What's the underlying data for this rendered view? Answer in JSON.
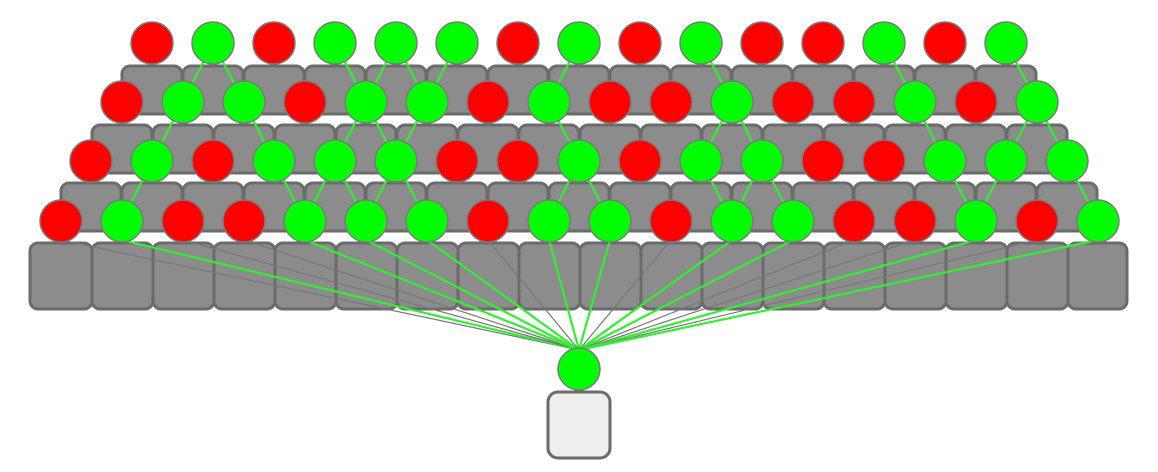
{
  "colors": {
    "background": "#ffffff",
    "seat_fill": "#8c8c8c",
    "seat_stroke": "#6b6b6b",
    "agree": "#00ff00",
    "disagree": "#ff0000",
    "head_stroke": "#7a7a7a",
    "link_green": "#33ee33",
    "link_gray": "#777777",
    "speaker_body_fill": "#eeeeee",
    "speaker_body_stroke": "#6b6b6b"
  },
  "rows": [
    {
      "row": 1,
      "heads": [
        "R",
        "G",
        "R",
        "G",
        "G",
        "G",
        "R",
        "G",
        "R",
        "G",
        "R",
        "R",
        "G",
        "R",
        "G"
      ]
    },
    {
      "row": 2,
      "heads": [
        "R",
        "G",
        "G",
        "R",
        "G",
        "G",
        "R",
        "G",
        "R",
        "R",
        "G",
        "R",
        "R",
        "G",
        "R",
        "G"
      ]
    },
    {
      "row": 3,
      "heads": [
        "R",
        "G",
        "R",
        "G",
        "G",
        "G",
        "R",
        "R",
        "G",
        "R",
        "G",
        "G",
        "R",
        "R",
        "G",
        "G",
        "G"
      ]
    },
    {
      "row": 4,
      "heads": [
        "R",
        "G",
        "R",
        "R",
        "G",
        "G",
        "G",
        "R",
        "G",
        "G",
        "R",
        "G",
        "G",
        "R",
        "R",
        "G",
        "R",
        "G"
      ]
    }
  ],
  "speaker": {
    "state": "G"
  }
}
